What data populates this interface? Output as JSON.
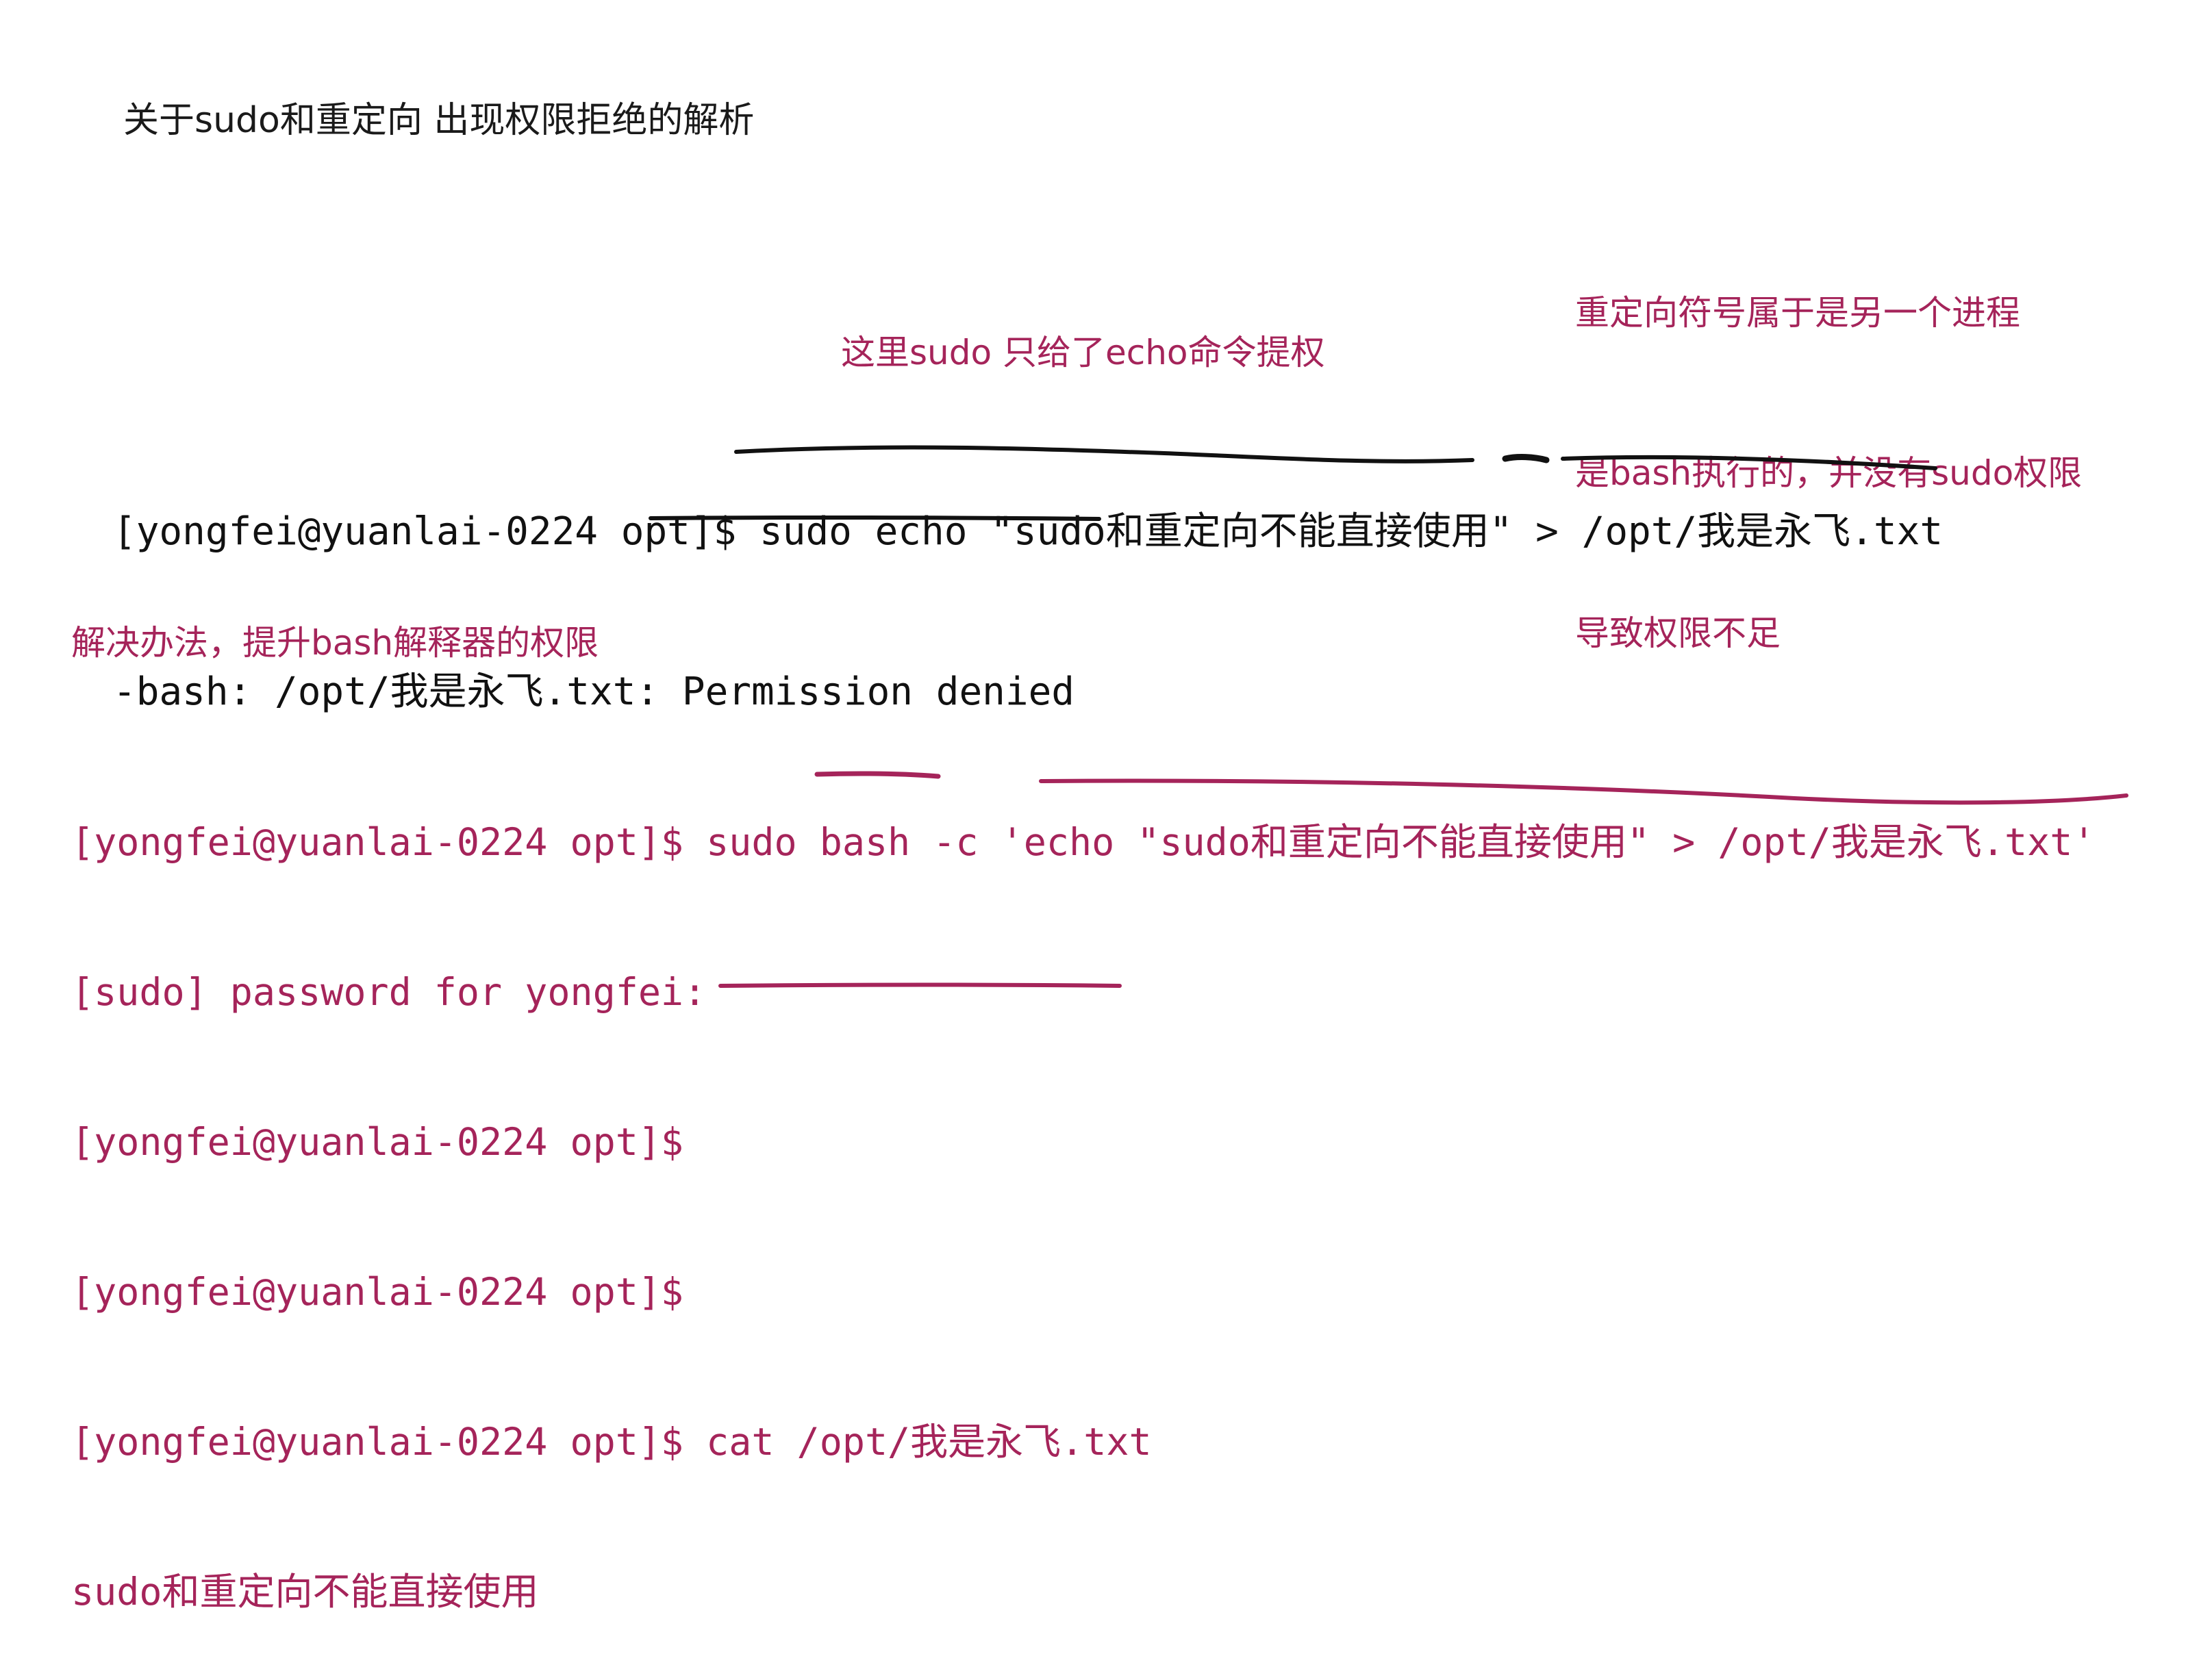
{
  "heading": "关于sudo和重定向 出现权限拒绝的解析",
  "annotations": {
    "redirect_note": [
      "重定向符号属于是另一个进程",
      "是bash执行的，并没有sudo权限",
      "导致权限不足"
    ],
    "sudo_note": "这里sudo 只给了echo命令提权",
    "solution_note": "解决办法，提升bash解释器的权限"
  },
  "terminal_problem": [
    "[yongfei@yuanlai-0224 opt]$ sudo echo \"sudo和重定向不能直接使用\" > /opt/我是永飞.txt",
    "-bash: /opt/我是永飞.txt: Permission denied"
  ],
  "terminal_solution": [
    "[yongfei@yuanlai-0224 opt]$ sudo bash -c 'echo \"sudo和重定向不能直接使用\" > /opt/我是永飞.txt'",
    "[sudo] password for yongfei:",
    "[yongfei@yuanlai-0224 opt]$",
    "[yongfei@yuanlai-0224 opt]$",
    "[yongfei@yuanlai-0224 opt]$ cat /opt/我是永飞.txt",
    "sudo和重定向不能直接使用"
  ],
  "colors": {
    "ink_black": "#111111",
    "ink_red": "#a5245a",
    "background": "#ffffff"
  }
}
